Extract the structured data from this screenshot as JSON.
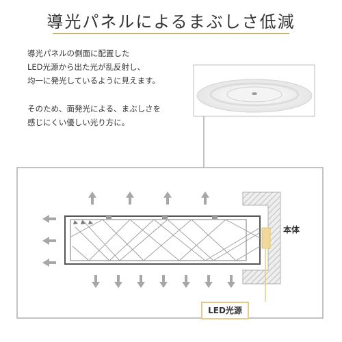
{
  "header": {
    "title": "導光パネルによるまぶしさ低減"
  },
  "description": {
    "paragraph1": [
      "導光パネルの側面に配置した",
      "LED光源から出た光が乱反射し、",
      "均一に発光しているように見えます。"
    ],
    "paragraph2": [
      "そのため、面発光による、まぶしさを",
      "感じにくい優しい光り方に。"
    ]
  },
  "diagram": {
    "body_label": "本体",
    "led_label": "LED光源"
  },
  "colors": {
    "accent": "#c8b27a",
    "led": "#f2d89a",
    "arrow": "#a7a7a7",
    "frame": "#9b9b9b"
  }
}
